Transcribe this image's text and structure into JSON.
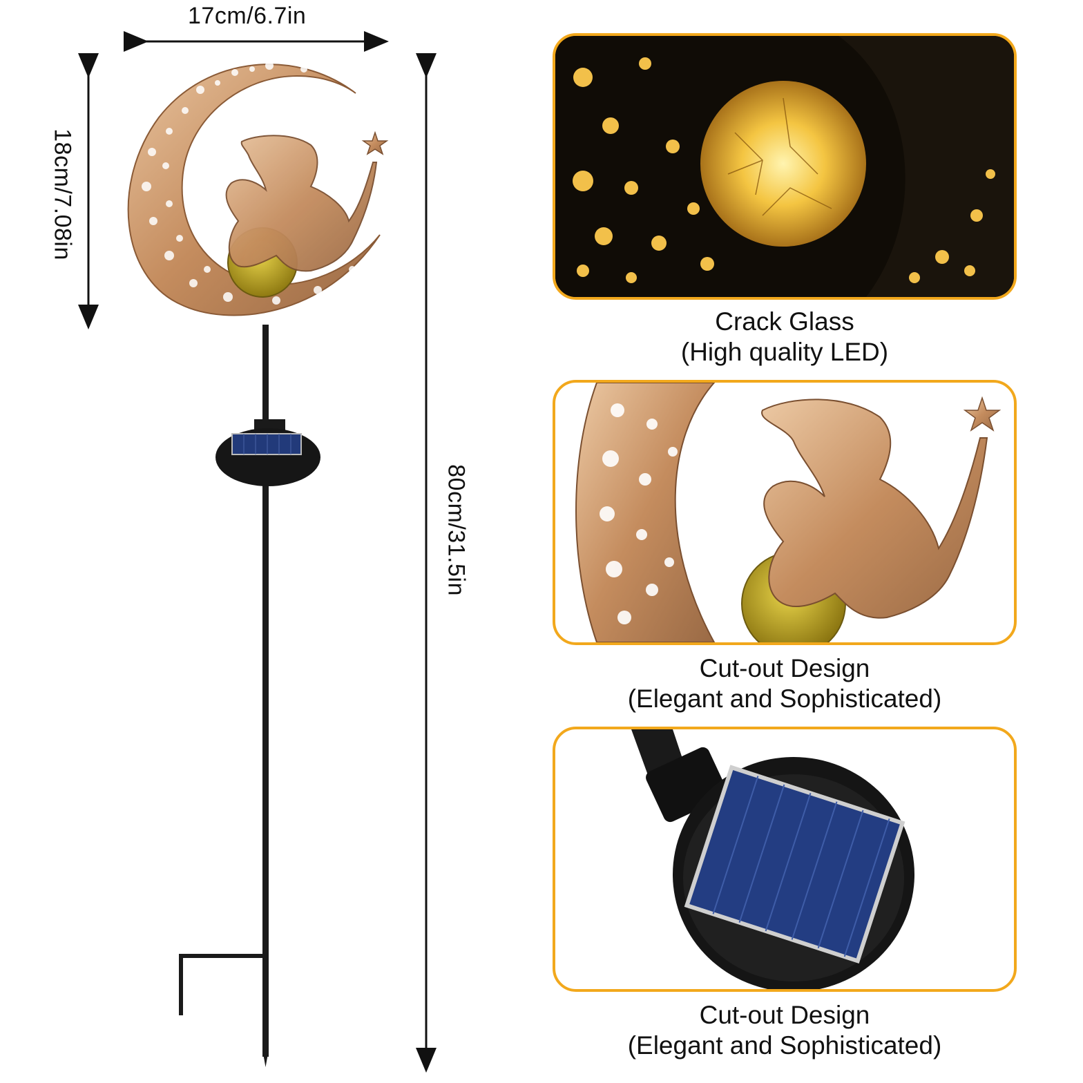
{
  "dimensions": {
    "width_label": "17cm/6.7in",
    "head_height_label": "18cm/7.08in",
    "total_height_label": "80cm/31.5in"
  },
  "panels": [
    {
      "line1": "Crack Glass",
      "line2": "(High quality LED)"
    },
    {
      "line1": "Cut-out Design",
      "line2": "(Elegant and Sophisticated)"
    },
    {
      "line1": "Cut-out Design",
      "line2": "(Elegant and Sophisticated)"
    }
  ],
  "colors": {
    "accent": "#f2a81c",
    "bronze": "#c9956a",
    "glow": "#f4c542",
    "stake": "#1a1a1a"
  }
}
